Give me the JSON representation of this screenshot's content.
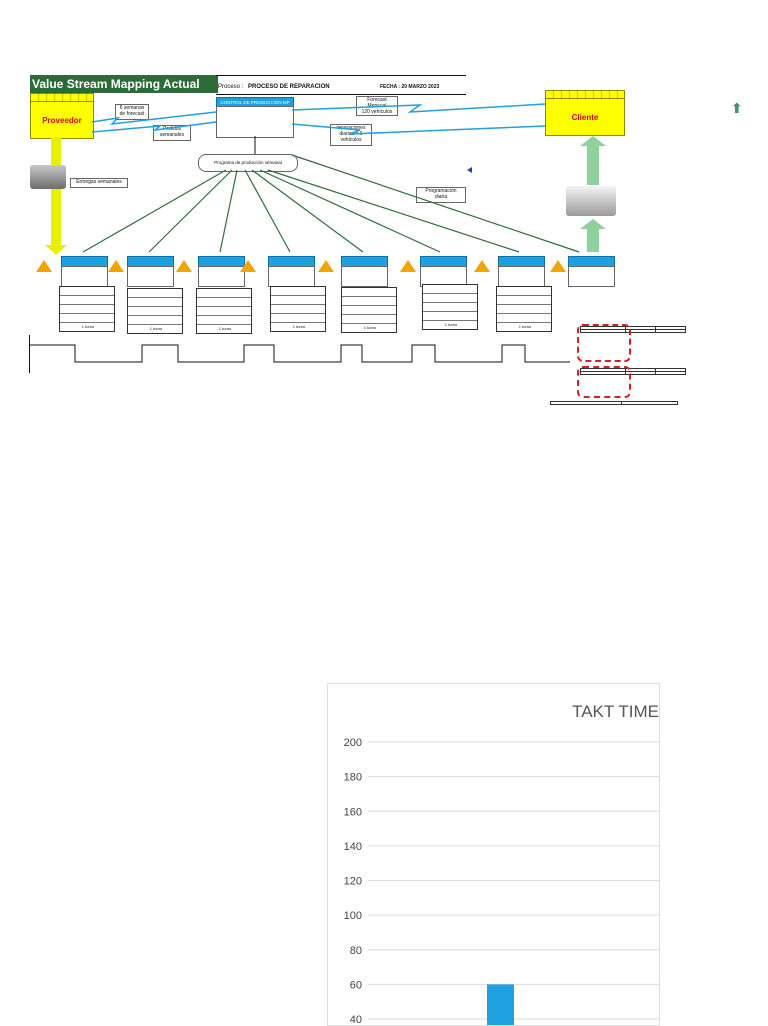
{
  "header": {
    "title": "Value Stream Mapping Actual",
    "process_label": "Proceso :",
    "process_name": "PROCESO DE REPARACION",
    "date": "FECHA : 20 MARZO 2023"
  },
  "nodes": {
    "supplier": "Proveedor",
    "customer": "Cliente",
    "control": "CONTROL DE PRODUCCIÓN MP",
    "forecast_left": "6 semanas\nde forecast",
    "pedidos": "Pedidos\nsemanales",
    "forecast_right": "Forecast\nMensual\n120 vehículos",
    "reparaciones": "reparaciones\ndiarias 4-6\nvehículos",
    "entregas": "Entregas semanales",
    "programa_semanal": "Programa de producción semanal",
    "programacion_diaria": "Programación\ndiaria"
  },
  "processes": [
    {
      "name": "",
      "ct": "",
      "tcp": "",
      "disp": "",
      "shift_info": "",
      "shift": "1 turno",
      "inventory": ""
    },
    {
      "name": "",
      "ct": "",
      "tcp": "",
      "disp": "",
      "shift_info": "",
      "shift": "1 turno",
      "inventory": ""
    },
    {
      "name": "",
      "ct": "",
      "tcp": "",
      "disp": "",
      "shift_info": "",
      "shift": "1 turno",
      "inventory": ""
    },
    {
      "name": "",
      "ct": "",
      "tcp": "",
      "disp": "",
      "shift_info": "",
      "shift": "1 turno",
      "inventory": ""
    },
    {
      "name": "",
      "ct": "",
      "tcp": "",
      "disp": "",
      "shift_info": "",
      "shift": "1 turno",
      "inventory": ""
    },
    {
      "name": "",
      "ct": "",
      "tcp": "",
      "disp": "",
      "shift_info": "",
      "shift": "1 turno",
      "inventory": ""
    },
    {
      "name": "",
      "ct": "",
      "tcp": "",
      "disp": "",
      "shift_info": "",
      "shift": "1 turno",
      "inventory": ""
    },
    {
      "name": "",
      "ct": "",
      "tcp": "",
      "disp": "",
      "shift_info": "",
      "shift": "",
      "inventory": ""
    }
  ],
  "timeline": {
    "days": [
      "",
      "",
      "",
      "",
      "",
      "",
      "",
      ""
    ],
    "mins": [
      "",
      "",
      "",
      "",
      "",
      "",
      ""
    ]
  },
  "summary": {
    "lead_time_label": "",
    "lead_time_value": "",
    "lead_time_unit": "",
    "value_time_label": "",
    "value_time_value": "",
    "value_time_unit": "",
    "value_days_label": "",
    "value_days_value": "",
    "value_days_unit": "",
    "takt_label": "",
    "takt_value": "",
    "takt_unit": "",
    "efficiency_label": "",
    "efficiency_value": ""
  },
  "note": "",
  "chart_data": {
    "type": "bar",
    "title": "TAKT TIME",
    "ylim": [
      0,
      200
    ],
    "yticks": [
      40,
      60,
      80,
      100,
      120,
      140,
      160,
      180,
      200
    ],
    "series": [
      {
        "values": [
          60
        ]
      }
    ],
    "grid": true,
    "bar_color": "#1fa0e0"
  }
}
